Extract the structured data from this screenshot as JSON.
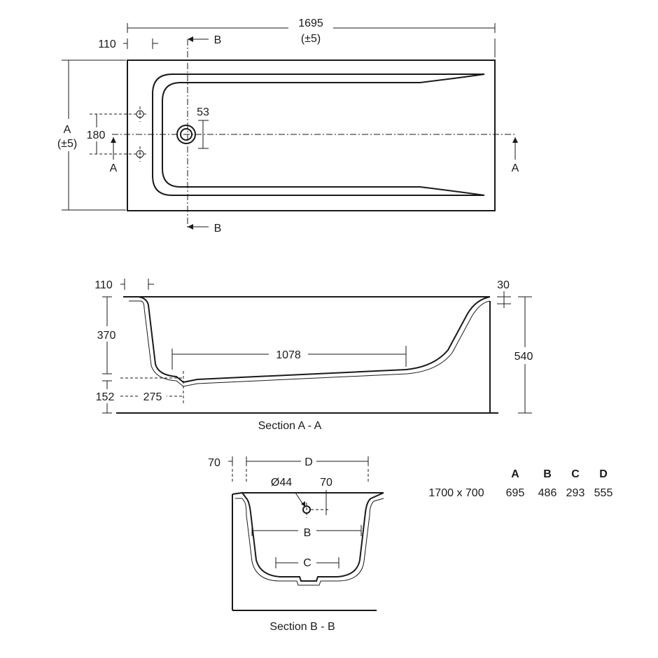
{
  "top_view": {
    "overall_length": "1695",
    "overall_tolerance": "(±5)",
    "rim_offset": "110",
    "section_b": "B",
    "width_label": "A",
    "width_tolerance": "(±5)",
    "tap_spacing": "180",
    "section_a": "A",
    "waste_offset": "53"
  },
  "section_aa": {
    "rim_offset": "110",
    "rim_thickness": "30",
    "inner_depth": "370",
    "bottom_length": "1078",
    "overall_height": "540",
    "foot_height": "152",
    "waste_distance": "275",
    "caption": "Section A - A"
  },
  "section_bb": {
    "rim_offset": "70",
    "top_width_label": "D",
    "waste_diameter": "Ø44",
    "waste_offset": "70",
    "mid_width_label": "B",
    "bottom_width_label": "C",
    "caption": "Section B - B"
  },
  "dimension_table": {
    "headers": [
      "A",
      "B",
      "C",
      "D"
    ],
    "rows": [
      {
        "size": "1700 x 700",
        "values": [
          "695",
          "486",
          "293",
          "555"
        ]
      }
    ]
  }
}
